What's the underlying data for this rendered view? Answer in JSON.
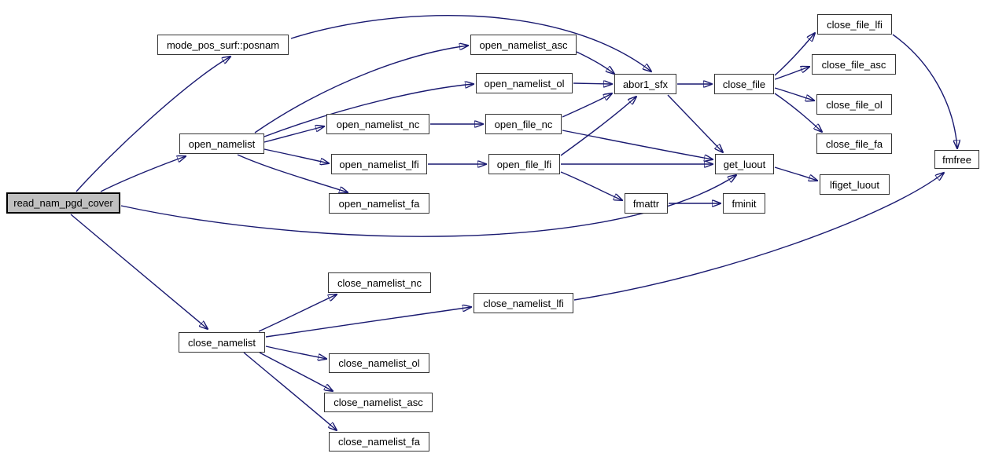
{
  "diagram": {
    "kind": "call-graph",
    "root": "read_nam_pgd_cover",
    "colors": {
      "edge": "#191970",
      "node_background": "#ffffff",
      "node_border": "#353535",
      "root_background": "#c0c0c0",
      "root_border": "#000000",
      "text": "#000000",
      "page_background": "#ffffff"
    },
    "nodes": [
      {
        "id": "read_nam_pgd_cover",
        "label": "read_nam_pgd_cover"
      },
      {
        "id": "mode_pos_surf_posnam",
        "label": "mode_pos_surf::posnam"
      },
      {
        "id": "open_namelist",
        "label": "open_namelist"
      },
      {
        "id": "open_namelist_asc",
        "label": "open_namelist_asc"
      },
      {
        "id": "open_namelist_ol",
        "label": "open_namelist_ol"
      },
      {
        "id": "open_namelist_nc",
        "label": "open_namelist_nc"
      },
      {
        "id": "open_file_nc",
        "label": "open_file_nc"
      },
      {
        "id": "open_namelist_lfi",
        "label": "open_namelist_lfi"
      },
      {
        "id": "open_file_lfi",
        "label": "open_file_lfi"
      },
      {
        "id": "open_namelist_fa",
        "label": "open_namelist_fa"
      },
      {
        "id": "abor1_sfx",
        "label": "abor1_sfx"
      },
      {
        "id": "close_file",
        "label": "close_file"
      },
      {
        "id": "close_file_lfi",
        "label": "close_file_lfi"
      },
      {
        "id": "close_file_asc",
        "label": "close_file_asc"
      },
      {
        "id": "close_file_ol",
        "label": "close_file_ol"
      },
      {
        "id": "close_file_fa",
        "label": "close_file_fa"
      },
      {
        "id": "fmfree",
        "label": "fmfree"
      },
      {
        "id": "get_luout",
        "label": "get_luout"
      },
      {
        "id": "lfiget_luout",
        "label": "lfiget_luout"
      },
      {
        "id": "fmattr",
        "label": "fmattr"
      },
      {
        "id": "fminit",
        "label": "fminit"
      },
      {
        "id": "close_namelist",
        "label": "close_namelist"
      },
      {
        "id": "close_namelist_nc",
        "label": "close_namelist_nc"
      },
      {
        "id": "close_namelist_lfi",
        "label": "close_namelist_lfi"
      },
      {
        "id": "close_namelist_ol",
        "label": "close_namelist_ol"
      },
      {
        "id": "close_namelist_asc",
        "label": "close_namelist_asc"
      },
      {
        "id": "close_namelist_fa",
        "label": "close_namelist_fa"
      }
    ],
    "edges": [
      {
        "from": "read_nam_pgd_cover",
        "to": "mode_pos_surf_posnam"
      },
      {
        "from": "read_nam_pgd_cover",
        "to": "open_namelist"
      },
      {
        "from": "read_nam_pgd_cover",
        "to": "close_namelist"
      },
      {
        "from": "read_nam_pgd_cover",
        "to": "get_luout"
      },
      {
        "from": "mode_pos_surf_posnam",
        "to": "abor1_sfx"
      },
      {
        "from": "open_namelist",
        "to": "open_namelist_asc"
      },
      {
        "from": "open_namelist",
        "to": "open_namelist_ol"
      },
      {
        "from": "open_namelist",
        "to": "open_namelist_nc"
      },
      {
        "from": "open_namelist",
        "to": "open_namelist_lfi"
      },
      {
        "from": "open_namelist",
        "to": "open_namelist_fa"
      },
      {
        "from": "open_namelist_asc",
        "to": "abor1_sfx"
      },
      {
        "from": "open_namelist_ol",
        "to": "abor1_sfx"
      },
      {
        "from": "open_namelist_nc",
        "to": "open_file_nc"
      },
      {
        "from": "open_namelist_lfi",
        "to": "open_file_lfi"
      },
      {
        "from": "open_file_nc",
        "to": "abor1_sfx"
      },
      {
        "from": "open_file_nc",
        "to": "get_luout"
      },
      {
        "from": "open_file_lfi",
        "to": "abor1_sfx"
      },
      {
        "from": "open_file_lfi",
        "to": "get_luout"
      },
      {
        "from": "open_file_lfi",
        "to": "fmattr"
      },
      {
        "from": "abor1_sfx",
        "to": "close_file"
      },
      {
        "from": "abor1_sfx",
        "to": "get_luout"
      },
      {
        "from": "close_file",
        "to": "close_file_lfi"
      },
      {
        "from": "close_file",
        "to": "close_file_asc"
      },
      {
        "from": "close_file",
        "to": "close_file_ol"
      },
      {
        "from": "close_file",
        "to": "close_file_fa"
      },
      {
        "from": "close_file_lfi",
        "to": "fmfree"
      },
      {
        "from": "get_luout",
        "to": "lfiget_luout"
      },
      {
        "from": "fmattr",
        "to": "fminit"
      },
      {
        "from": "close_namelist",
        "to": "close_namelist_nc"
      },
      {
        "from": "close_namelist",
        "to": "close_namelist_lfi"
      },
      {
        "from": "close_namelist",
        "to": "close_namelist_ol"
      },
      {
        "from": "close_namelist",
        "to": "close_namelist_asc"
      },
      {
        "from": "close_namelist",
        "to": "close_namelist_fa"
      },
      {
        "from": "close_namelist_lfi",
        "to": "fmfree"
      }
    ]
  }
}
